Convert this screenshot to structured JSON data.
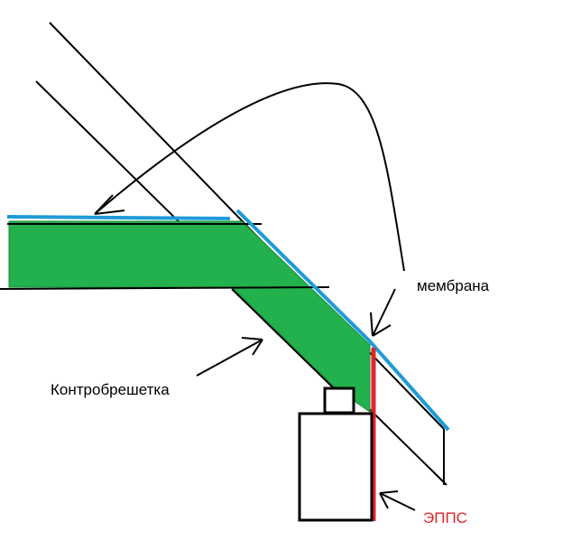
{
  "labels": {
    "membrane": "мембрана",
    "counter_batten": "Контробрешетка",
    "epps": "ЭППС"
  },
  "colors": {
    "batten_fill": "#22b14c",
    "membrane_line": "#1e9bd7",
    "epps_line": "#e0242a",
    "ink": "#000000",
    "background": "#ffffff"
  }
}
